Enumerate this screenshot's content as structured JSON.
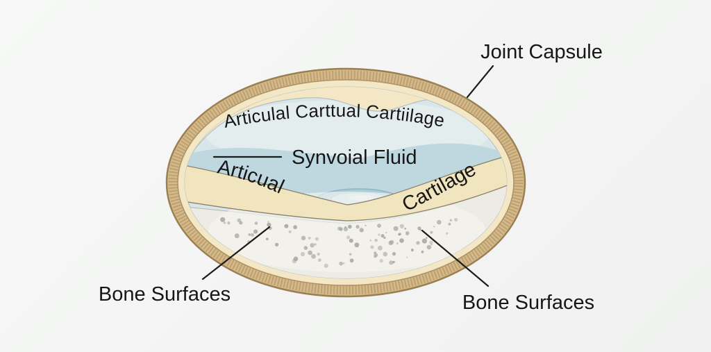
{
  "diagram": {
    "subject": "synovial joint cross-section",
    "labels": {
      "joint_capsule": "Joint Capsule",
      "articular_cartilage_curved": "Articulal Carttual Cartiilage",
      "synovial_fluid": "Synvoial Fluid",
      "cartilage_left": "Articual",
      "cartilage_right": "Cartilage",
      "bone_surfaces_left": "Bone Surfaces",
      "bone_surfaces_right": "Bone Surfaces"
    },
    "colors": {
      "background": "#f4f5f4",
      "capsule_tan": "#d4b98a",
      "capsule_outline": "#9a7f51",
      "capsule_fiber": "#a98b5a",
      "inner_membrane_cream": "#f3e7c5",
      "fluid_blue": "#d9e6e9",
      "fluid_pool_blue": "#bfd7df",
      "fluid_deep_blue": "#a9ccd7",
      "cartilage_cream": "#f1e5bf",
      "bone_gray": "#edebe5",
      "bone_stipple": "#a5a59b",
      "label_text": "#161616",
      "leader_line": "#1b1b1b"
    }
  }
}
